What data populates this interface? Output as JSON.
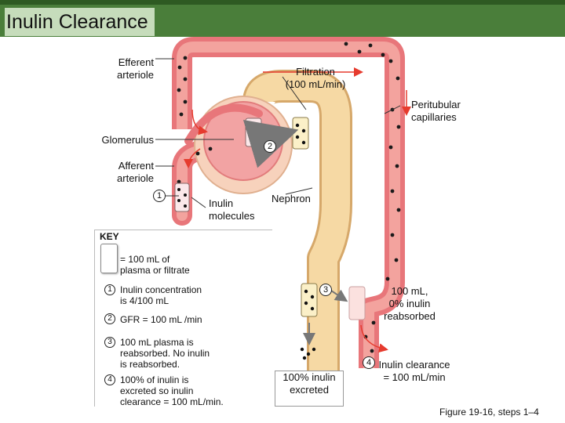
{
  "title": "Inulin Clearance",
  "labels": {
    "efferent": "Efferent\narteriole",
    "filtration": "Filtration\n(100 mL/min)",
    "peritubular": "Peritubular\ncapillaries",
    "glomerulus": "Glomerulus",
    "afferent": "Afferent\narteriole",
    "inulin_molecules": "Inulin\nmolecules",
    "nephron": "Nephron",
    "reabsorbed": "100 mL,\n0% inulin\nreabsorbed",
    "excreted": "100% inulin\nexcreted",
    "clearance": "Inulin clearance\n= 100 mL/min",
    "figure": "Figure 19-16, steps 1–4"
  },
  "steps": [
    "1",
    "2",
    "3",
    "4"
  ],
  "key": {
    "heading": "KEY",
    "swatch_text": "= 100 mL of\nplasma or filtrate",
    "item1": "Inulin concentration\nis 4/100 mL",
    "item2": "GFR = 100 mL /min",
    "item3": "100 mL plasma is\nreabsorbed. No inulin\nis reabsorbed.",
    "item4": "100% of inulin is\nexcreted so inulin\nclearance = 100 mL/min."
  },
  "colors": {
    "title_band": "#4a7e3a",
    "title_bg": "#c6dcbb",
    "vessel": "#e8767a",
    "vessel_light": "#f4b6b0",
    "tubule": "#f6d9a4",
    "tubule_edge": "#d6a86a",
    "capsule": "#f7d2bc",
    "glomerulus": "#f2a3a3",
    "arrow": "#e63b2e"
  }
}
